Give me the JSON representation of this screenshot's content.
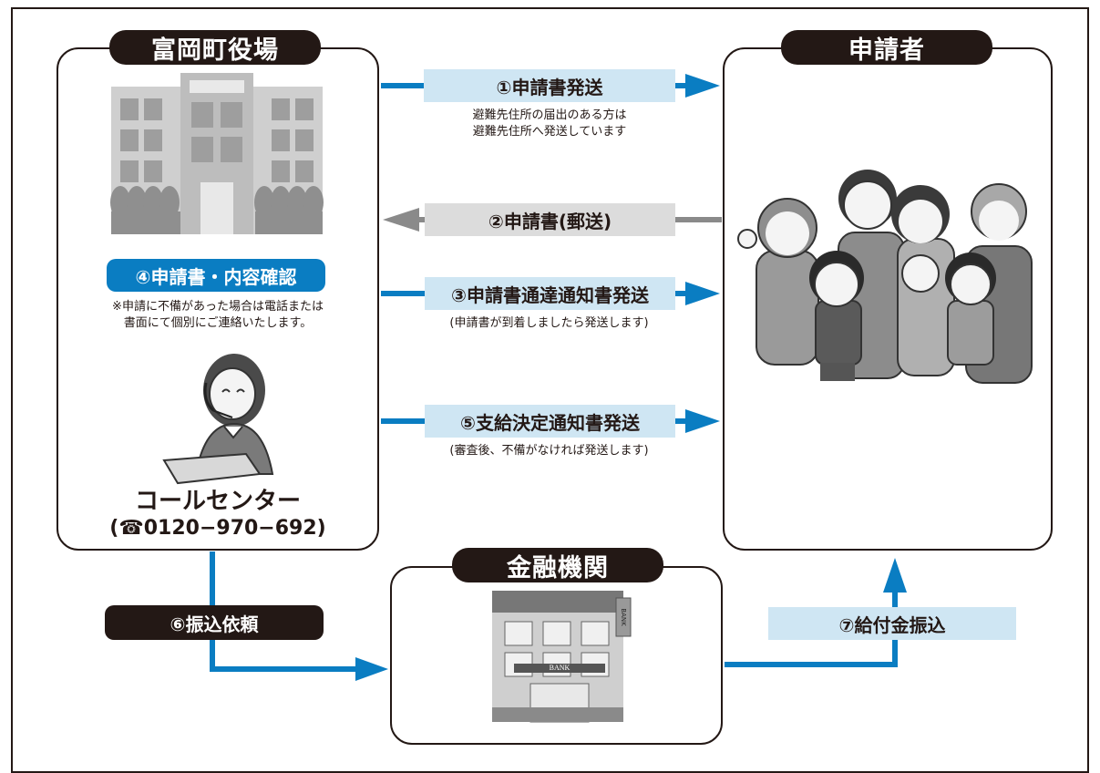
{
  "town_office": {
    "title": "富岡町役場"
  },
  "applicant": {
    "title": "申請者"
  },
  "bank": {
    "title": "金融機関",
    "sign_vertical": "BANK",
    "sign_front": "BANK"
  },
  "steps": {
    "s1": {
      "label": "①申請書発送",
      "note_line1": "避難先住所の届出のある方は",
      "note_line2": "避難先住所へ発送しています"
    },
    "s2": {
      "label": "②申請書(郵送)"
    },
    "s3": {
      "label": "③申請書通達通知書発送",
      "note": "(申請書が到着しましたら発送します)"
    },
    "s4": {
      "label": "④申請書・内容確認",
      "note_line1": "※申請に不備があった場合は電話または",
      "note_line2": "書面にて個別にご連絡いたします。"
    },
    "s5": {
      "label": "⑤支給決定通知書発送",
      "note": "(審査後、不備がなければ発送します)"
    },
    "s6": {
      "label": "⑥振込依頼"
    },
    "s7": {
      "label": "⑦給付金振込"
    }
  },
  "call_center": {
    "name": "コールセンター",
    "phone": "(☎0120−970−692)"
  },
  "colors": {
    "accent_blue": "#0a7dc2",
    "light_blue": "#cfe6f3",
    "grey": "#dcdcdc",
    "dark": "#231815"
  }
}
